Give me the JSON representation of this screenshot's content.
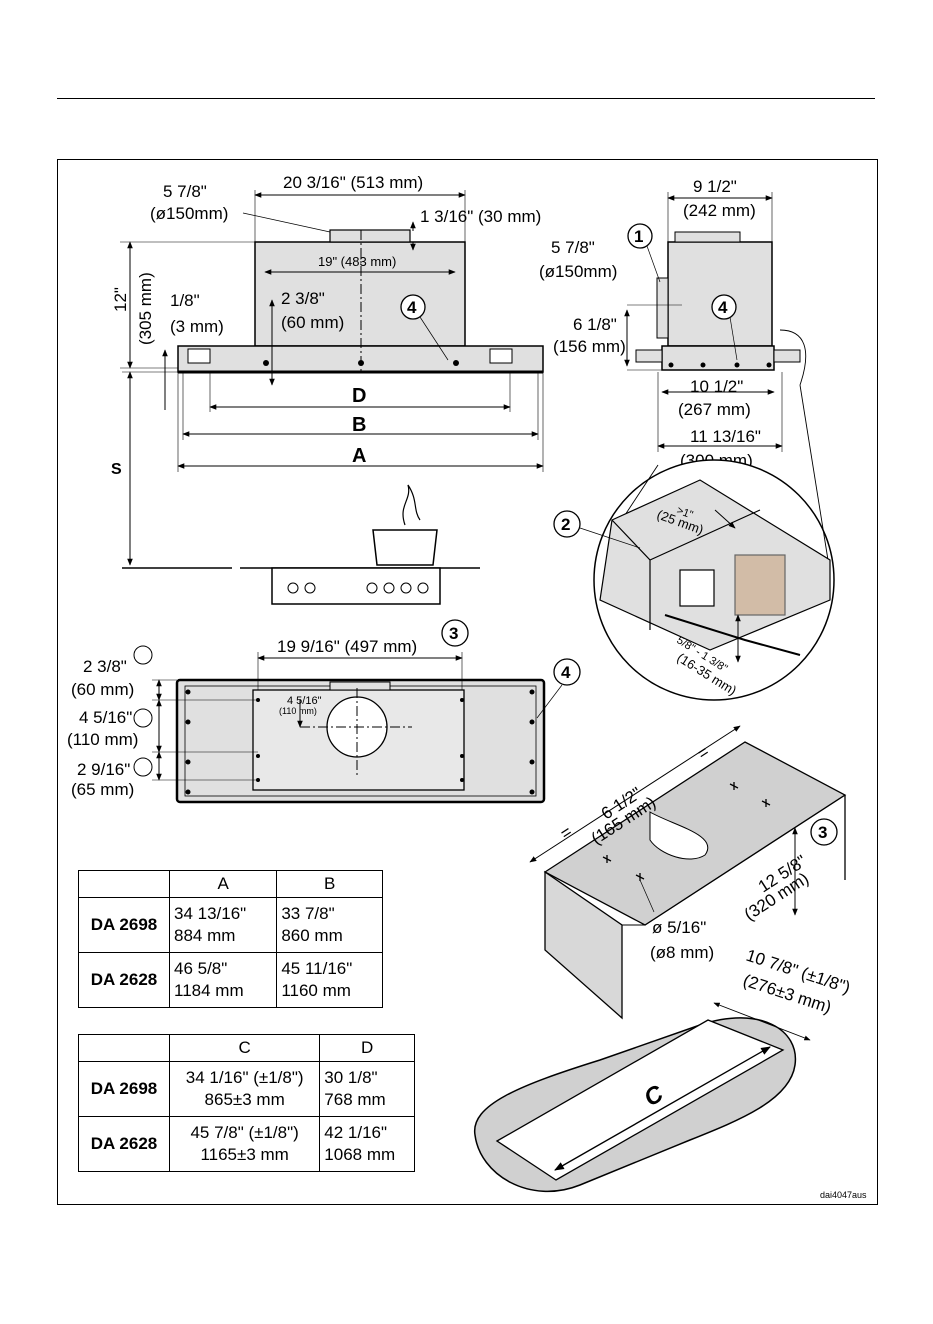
{
  "front_view": {
    "outlet_dia_in": "5 7/8\"",
    "outlet_dia_mm": "(ø150mm)",
    "width_top": "20 3/16\" (513 mm)",
    "outlet_height": "1 3/16\" (30 mm)",
    "inner_width": "19\" (483 mm)",
    "height_in": "12\"",
    "height_mm": "(305 mm)",
    "gap_in": "1/8\"",
    "gap_mm": "(3 mm)",
    "depth_in": "2 3/8\"",
    "depth_mm": "(60 mm)",
    "label_D": "D",
    "label_B": "B",
    "label_A": "A",
    "label_S": "S",
    "callout_4": "4"
  },
  "side_view": {
    "top_in": "9 1/2\"",
    "top_mm": "(242 mm)",
    "dia_in": "5 7/8\"",
    "dia_mm": "(ø150mm)",
    "h_in": "6 1/8\"",
    "h_mm": "(156 mm)",
    "base_in": "10 1/2\"",
    "base_mm": "(267 mm)",
    "full_in": "11 13/16\"",
    "full_mm": "(300 mm)",
    "callout_1": "1",
    "callout_4": "4"
  },
  "detail": {
    "callout_2": "2",
    "edge": ">1\"",
    "edge_mm": "(25 mm)",
    "range": "5/8\" - 1 3/8\"",
    "range_mm": "(16-35 mm)"
  },
  "top_view": {
    "width": "19 9/16\" (497 mm)",
    "d1_in": "2 3/8\"",
    "d1_mm": "(60 mm)",
    "d2_in": "4 5/16\"",
    "d2_mm": "(110 mm)",
    "d3_in": "2 9/16\"",
    "d3_mm": "(65 mm)",
    "inner_in": "4 5/16\"",
    "inner_mm": "(110 mm)",
    "callout_3": "3",
    "callout_4": "4"
  },
  "template": {
    "width_in": "6 1/2\"",
    "width_mm": "(165 mm)",
    "eq": "=",
    "height_in": "12 5/8\"",
    "height_mm": "(320 mm)",
    "hole_in": "ø 5/16\"",
    "hole_mm": "(ø8 mm)",
    "callout_3": "3"
  },
  "cutout": {
    "w_in": "10 7/8\" (±1/8\")",
    "w_mm": "(276±3 mm)",
    "label_C": "C"
  },
  "table_ab": {
    "headers": [
      "",
      "A",
      "B"
    ],
    "rows": [
      {
        "model": "DA 2698",
        "a_in": "34 13/16\"",
        "a_mm": "884 mm",
        "b_in": "33 7/8\"",
        "b_mm": "860 mm"
      },
      {
        "model": "DA 2628",
        "a_in": "46 5/8\"",
        "a_mm": "1184 mm",
        "b_in": "45 11/16\"",
        "b_mm": "1160 mm"
      }
    ]
  },
  "table_cd": {
    "headers": [
      "",
      "C",
      "D"
    ],
    "rows": [
      {
        "model": "DA 2698",
        "c_in": "34 1/16\" (±1/8\")",
        "c_mm": "865±3 mm",
        "d_in": "30 1/8\"",
        "d_mm": "768 mm"
      },
      {
        "model": "DA 2628",
        "c_in": "45 7/8\" (±1/8\")",
        "c_mm": "1165±3 mm",
        "d_in": "42 1/16\"",
        "d_mm": "1068 mm"
      }
    ]
  },
  "drawing_code": "dai4047aus"
}
